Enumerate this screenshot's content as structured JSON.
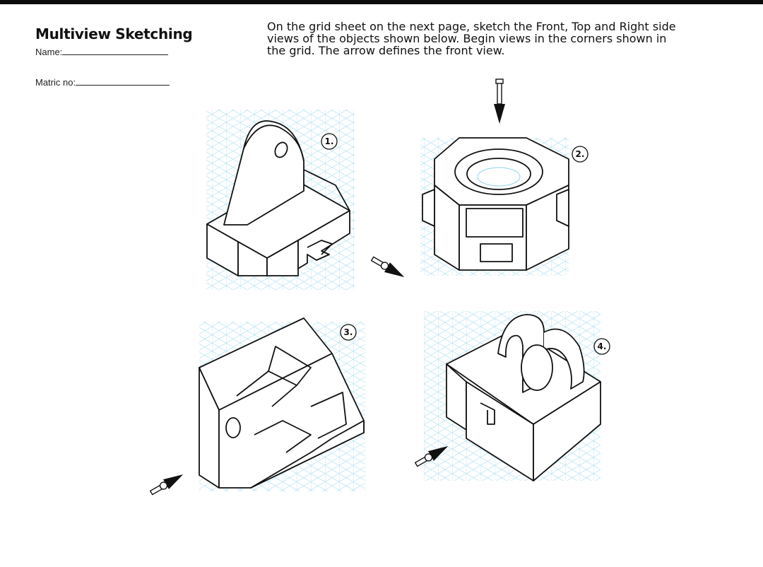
{
  "header": {
    "title": "Multiview Sketching",
    "name_label": "Name:",
    "matric_label": "Matric no:"
  },
  "instructions": [
    "On the grid sheet on the next page, sketch the Front, Top and Right side",
    "views of the objects shown below. Begin views in the corners shown in",
    "the grid. The arrow defines the front view."
  ],
  "objects": [
    {
      "number": "1."
    },
    {
      "number": "2."
    },
    {
      "number": "3."
    },
    {
      "number": "4."
    }
  ],
  "colors": {
    "grid": "#8fd3ea",
    "ink": "#111111",
    "top_bar": "#0b0b0b"
  }
}
